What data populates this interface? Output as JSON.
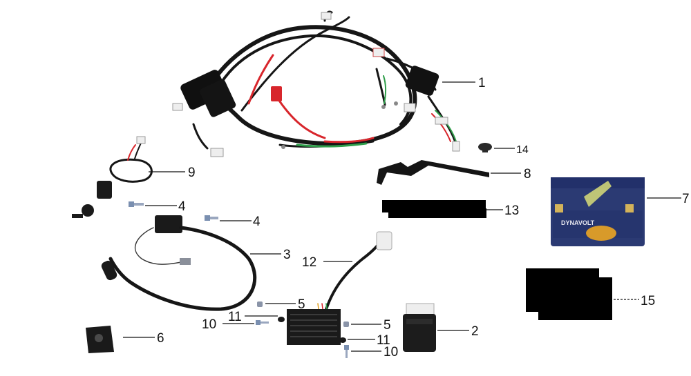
{
  "diagram": {
    "callouts": [
      {
        "id": "1",
        "label": "1"
      },
      {
        "id": "2",
        "label": "2"
      },
      {
        "id": "3",
        "label": "3"
      },
      {
        "id": "4a",
        "label": "4"
      },
      {
        "id": "4b",
        "label": "4"
      },
      {
        "id": "5a",
        "label": "5"
      },
      {
        "id": "5b",
        "label": "5"
      },
      {
        "id": "6",
        "label": "6"
      },
      {
        "id": "7",
        "label": "7"
      },
      {
        "id": "8",
        "label": "8"
      },
      {
        "id": "9",
        "label": "9"
      },
      {
        "id": "10a",
        "label": "10"
      },
      {
        "id": "10b",
        "label": "10"
      },
      {
        "id": "11a",
        "label": "11"
      },
      {
        "id": "11b",
        "label": "11"
      },
      {
        "id": "12",
        "label": "12"
      },
      {
        "id": "13",
        "label": "13"
      },
      {
        "id": "14",
        "label": "14"
      },
      {
        "id": "15",
        "label": "15"
      }
    ],
    "battery_brand": "DYNAVOLT"
  },
  "colors": {
    "wire_black": "#161616",
    "wire_red": "#d8262c",
    "wire_green": "#2f9e4a",
    "battery_body": "#2b3a73",
    "battery_label": "#d89a2a",
    "redaction": "#000000"
  }
}
